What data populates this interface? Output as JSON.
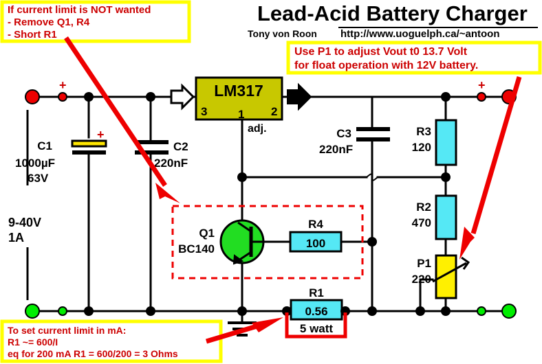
{
  "header": {
    "title": "Lead-Acid Battery Charger",
    "author": "Tony von Roon",
    "url": "http://www.uoguelph.ca/~antoon"
  },
  "notes": {
    "top_left": {
      "line1": "If current limit is NOT wanted",
      "line2": "- Remove Q1, R4",
      "line3": "- Short R1"
    },
    "top_right": {
      "line1": "Use P1 to adjust Vout t0 13.7 Volt",
      "line2": "for float operation with 12V battery."
    },
    "bottom_left": {
      "line1": "To set current limit in mA:",
      "line2": "R1 ~= 600/I",
      "line3": "eq for 200 mA R1 = 600/200 = 3 Ohms"
    }
  },
  "circuit": {
    "ic": {
      "name": "LM317",
      "pin_in": "3",
      "pin_out": "2",
      "pin_adj": "1",
      "adj_label": "adj.",
      "fill": "#C8C800"
    },
    "input": {
      "spec_line1": "9-40V",
      "spec_line2": "1A",
      "plus_marker": "+"
    },
    "output": {
      "plus_marker": "+"
    },
    "components": [
      {
        "ref": "C1",
        "value": "1000µF",
        "extra": "63V",
        "polarity": "+",
        "type": "capacitor-polarized",
        "fill": "#FFE600"
      },
      {
        "ref": "C2",
        "value": "220nF",
        "type": "capacitor"
      },
      {
        "ref": "C3",
        "value": "220nF",
        "type": "capacitor"
      },
      {
        "ref": "R3",
        "value": "120",
        "type": "resistor",
        "fill": "#55E8F5"
      },
      {
        "ref": "R2",
        "value": "470",
        "type": "resistor",
        "fill": "#55E8F5"
      },
      {
        "ref": "P1",
        "value": "220",
        "type": "potentiometer",
        "fill": "#FFF000"
      },
      {
        "ref": "Q1",
        "value": "BC140",
        "type": "transistor-npn",
        "fill": "#22DD22"
      },
      {
        "ref": "R4",
        "value": "100",
        "type": "resistor",
        "fill": "#55E8F5"
      },
      {
        "ref": "R1",
        "value": "0.56",
        "extra": "5 watt",
        "type": "resistor",
        "fill": "#55E8F5"
      }
    ]
  },
  "colors": {
    "note_text": "#CC0000",
    "note_border": "#FFFF00",
    "resistor_fill": "#55E8F5",
    "ic_fill": "#C8C800",
    "pot_fill": "#FFF000",
    "transistor_fill": "#22DD22",
    "terminal_pos": "#EE0000",
    "terminal_neg": "#00EE00"
  }
}
